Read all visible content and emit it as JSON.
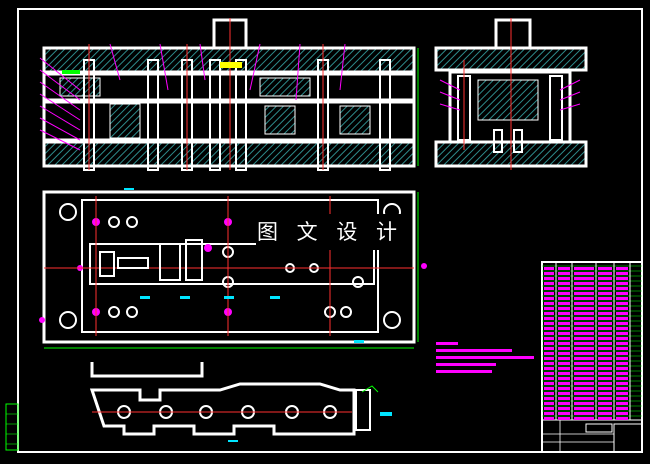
{
  "watermark": {
    "text": "图 文 设 计"
  },
  "colors": {
    "background": "#000000",
    "outline": "#ffffff",
    "hatch": "#2e8b8b",
    "centerline": "#ff3030",
    "leader": "#ff00ff",
    "dimension": "#00e5ff",
    "accent_green": "#00ff00",
    "accent_yellow": "#ffff00"
  },
  "icons": [
    "cad-drawing-frame",
    "title-block-table",
    "strip-layout-view"
  ]
}
